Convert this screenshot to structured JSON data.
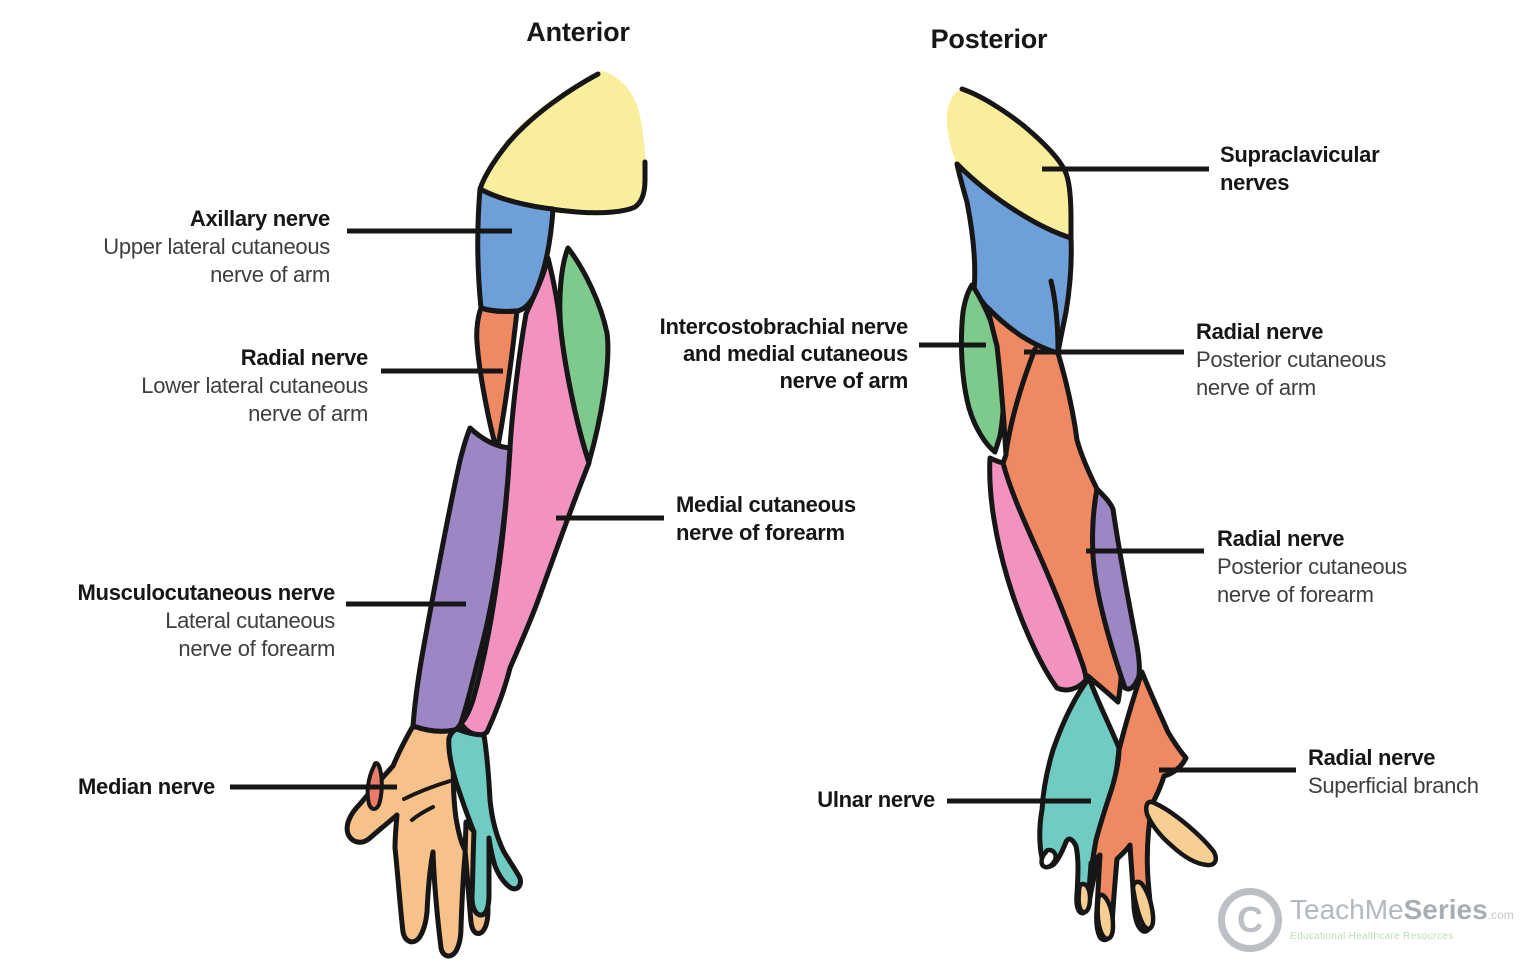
{
  "titles": {
    "anterior": "Anterior",
    "posterior": "Posterior"
  },
  "labels": {
    "axillary": {
      "bold": "Axillary nerve",
      "sub1": "Upper lateral cutaneous",
      "sub2": "nerve of arm"
    },
    "radial_upper": {
      "bold": "Radial nerve",
      "sub1": "Lower lateral cutaneous",
      "sub2": "nerve of arm"
    },
    "musculocutaneous": {
      "bold": "Musculocutaneous nerve",
      "sub1": "Lateral cutaneous",
      "sub2": "nerve of forearm"
    },
    "median": {
      "bold": "Median nerve"
    },
    "intercostobrachial": {
      "bold1": "Intercostobrachial nerve",
      "bold2": "and medial cutaneous",
      "bold3": "nerve of arm"
    },
    "medial_cutaneous": {
      "bold1": "Medial cutaneous",
      "bold2": "nerve of forearm"
    },
    "supraclavicular": {
      "bold1": "Supraclavicular",
      "bold2": "nerves"
    },
    "radial_post_arm": {
      "bold": "Radial nerve",
      "sub1": "Posterior cutaneous",
      "sub2": "nerve of arm"
    },
    "radial_post_forearm": {
      "bold": "Radial nerve",
      "sub1": "Posterior cutaneous",
      "sub2": "nerve of forearm"
    },
    "ulnar": {
      "bold": "Ulnar nerve"
    },
    "radial_superficial": {
      "bold": "Radial nerve",
      "sub1": "Superficial branch"
    }
  },
  "colors": {
    "yellow": "#F8EE9B",
    "blue": "#6F9FD8",
    "green": "#7EC98C",
    "orange": "#EF8961",
    "pink": "#F192C1",
    "purple": "#9C86C4",
    "peach": "#F6C28A",
    "teal": "#70CBC3",
    "fingertip": "#F8CF92",
    "red_sliver": "#E97B68",
    "outline": "#161616",
    "white": "#FFFFFF"
  },
  "regions": [
    {
      "nerve": "Supraclavicular nerves",
      "color": "yellow",
      "views": "anterior, posterior"
    },
    {
      "nerve": "Axillary nerve - Upper lateral cutaneous nerve of arm",
      "color": "blue",
      "views": "anterior, posterior"
    },
    {
      "nerve": "Radial nerve - Lower lateral cutaneous nerve of arm",
      "color": "orange",
      "views": "anterior"
    },
    {
      "nerve": "Intercostobrachial nerve and medial cutaneous nerve of arm",
      "color": "green",
      "views": "anterior, posterior"
    },
    {
      "nerve": "Medial cutaneous nerve of forearm",
      "color": "pink",
      "views": "anterior, posterior"
    },
    {
      "nerve": "Musculocutaneous nerve - Lateral cutaneous nerve of forearm",
      "color": "purple",
      "views": "anterior, posterior"
    },
    {
      "nerve": "Median nerve",
      "color": "peach",
      "views": "anterior palm, posterior fingertips"
    },
    {
      "nerve": "Ulnar nerve",
      "color": "teal",
      "views": "anterior, posterior"
    },
    {
      "nerve": "Radial nerve - Posterior cutaneous nerve of arm and forearm",
      "color": "orange",
      "views": "posterior"
    },
    {
      "nerve": "Radial nerve - Superficial branch",
      "color": "orange",
      "views": "posterior hand"
    }
  ],
  "logo": {
    "copyright": "C",
    "teachme": "TeachMe",
    "series": "Series",
    "tld": ".com",
    "tagline": "Educational Healthcare Resources"
  }
}
